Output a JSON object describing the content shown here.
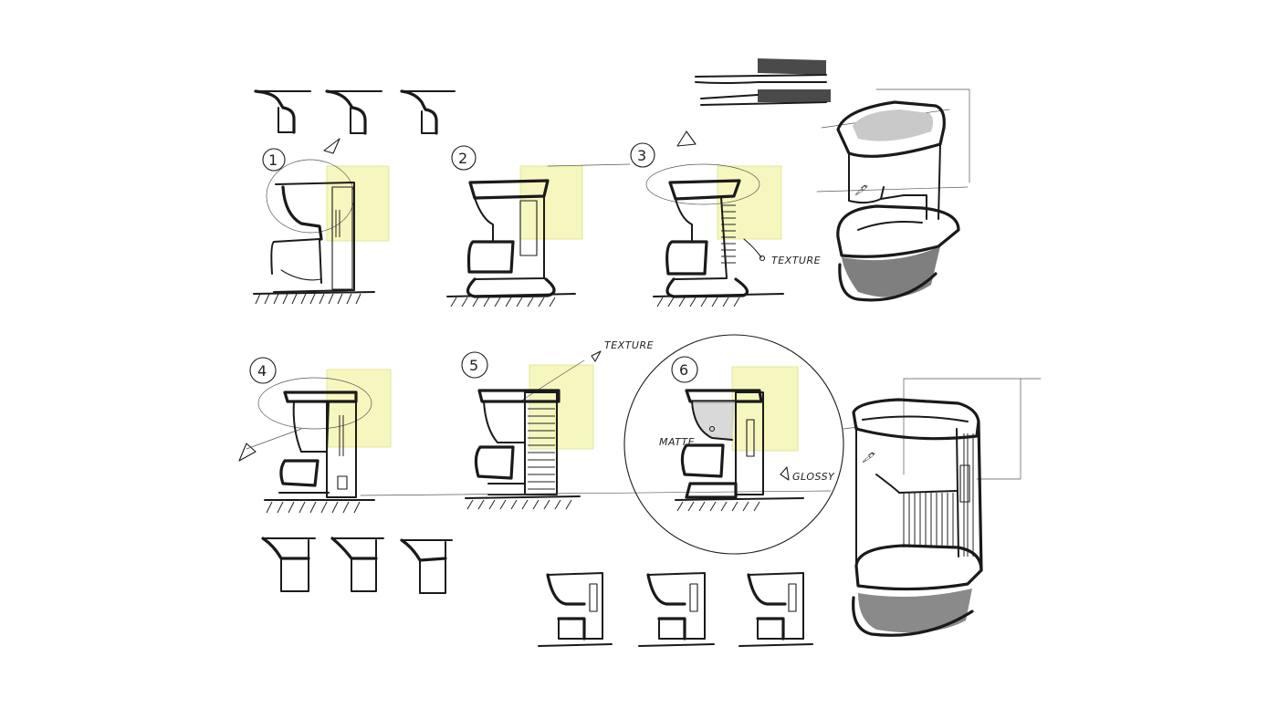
{
  "sketches": {
    "concept_numbers": [
      "1",
      "2",
      "3",
      "4",
      "5",
      "6"
    ],
    "annotations": {
      "texture_1": "TEXTURE",
      "texture_2": "TEXTURE",
      "matte": "MATTE",
      "glossy": "GLOSSY"
    }
  },
  "colors": {
    "ink": "#1a1a1a",
    "marker_yellow": "#f4f7b8",
    "background": "#ffffff"
  }
}
